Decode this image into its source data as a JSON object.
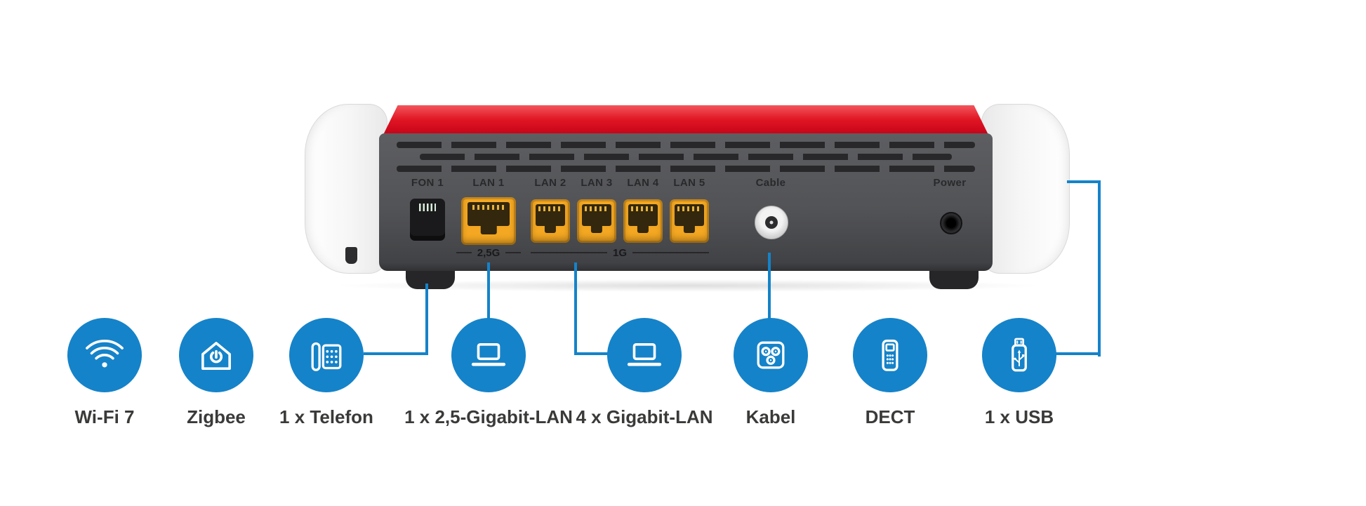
{
  "colors": {
    "accent-blue": "#1583C9",
    "brand-red": "#C00016",
    "panel-gray": "#515255",
    "label-dark": "#3A3A39"
  },
  "router": {
    "port_labels": [
      "FON 1",
      "LAN 1",
      "LAN 2",
      "LAN 3",
      "LAN 4",
      "LAN 5",
      "Cable",
      "Power"
    ],
    "speed_labels": {
      "lan1": "2,5G",
      "lan_group": "1G"
    }
  },
  "features": [
    {
      "icon": "wifi-icon",
      "label": "Wi-Fi 7"
    },
    {
      "icon": "zigbee-icon",
      "label": "Zigbee"
    },
    {
      "icon": "telefon-icon",
      "label": "1 x Telefon"
    },
    {
      "icon": "laptop-icon",
      "label": "1 x 2,5-Gigabit-LAN"
    },
    {
      "icon": "laptop-icon",
      "label": "4 x Gigabit-LAN"
    },
    {
      "icon": "kabel-socket-icon",
      "label": "Kabel"
    },
    {
      "icon": "dect-handset-icon",
      "label": "DECT"
    },
    {
      "icon": "usb-stick-icon",
      "label": "1 x USB"
    }
  ]
}
